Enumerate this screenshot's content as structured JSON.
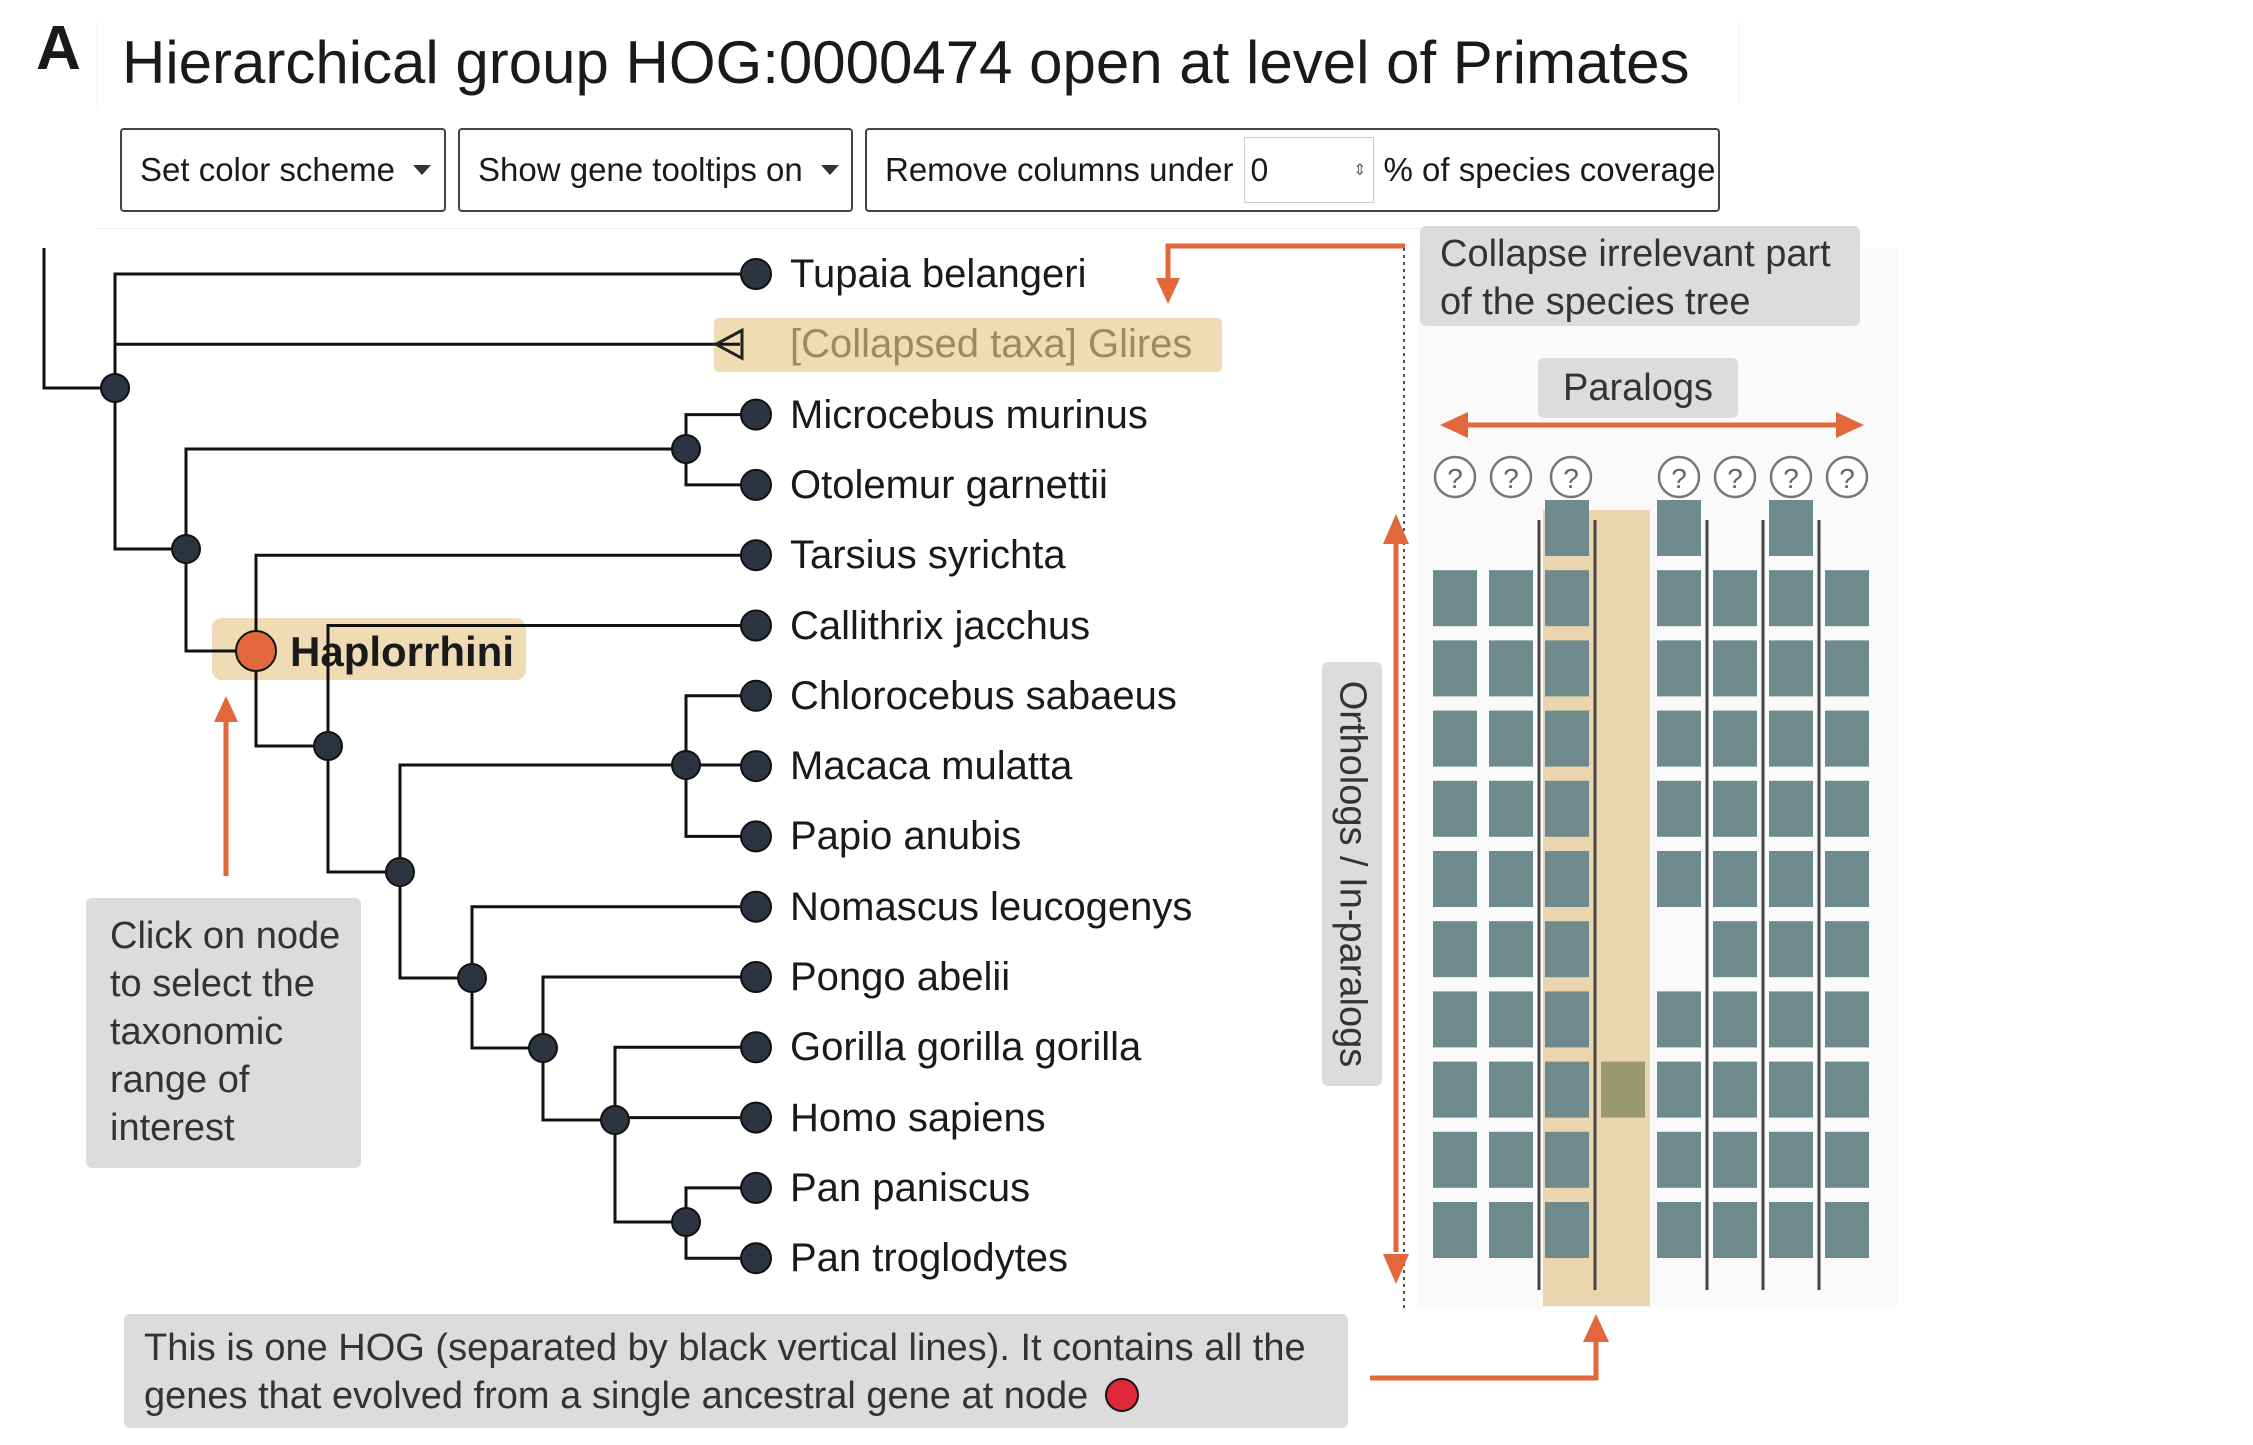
{
  "panel_letter": "A",
  "title": "Hierarchical group HOG:0000474 open at level of Primates",
  "toolbar": {
    "color_scheme_label": "Set color scheme",
    "tooltips_label": "Show gene tooltips on",
    "filter_prefix": "Remove columns under",
    "filter_value": "0",
    "filter_suffix": "% of species coverage"
  },
  "species": [
    {
      "name": "Tupaia belangeri",
      "collapsed": false
    },
    {
      "name": "[Collapsed taxa] Glires",
      "collapsed": true
    },
    {
      "name": "Microcebus murinus",
      "collapsed": false
    },
    {
      "name": "Otolemur garnettii",
      "collapsed": false
    },
    {
      "name": "Tarsius syrichta",
      "collapsed": false
    },
    {
      "name": "Callithrix jacchus",
      "collapsed": false
    },
    {
      "name": "Chlorocebus sabaeus",
      "collapsed": false
    },
    {
      "name": "Macaca mulatta",
      "collapsed": false
    },
    {
      "name": "Papio anubis",
      "collapsed": false
    },
    {
      "name": "Nomascus leucogenys",
      "collapsed": false
    },
    {
      "name": "Pongo abelii",
      "collapsed": false
    },
    {
      "name": "Gorilla gorilla gorilla",
      "collapsed": false
    },
    {
      "name": "Homo sapiens",
      "collapsed": false
    },
    {
      "name": "Pan paniscus",
      "collapsed": false
    },
    {
      "name": "Pan troglodytes",
      "collapsed": false
    }
  ],
  "selected_node_label": "Haplorrhini",
  "callouts": {
    "click_node": "Click on node to select the taxonomic range of interest",
    "collapse": "Collapse irrelevant part of the species tree",
    "paralogs": "Paralogs",
    "orthologs": "Orthologs / In-paralogs",
    "hog_note": "This is one HOG (separated by black vertical lines). It contains all the genes that evolved from a single ancestral gene at node"
  },
  "column_header_symbol": "?",
  "grid": {
    "columns": 8,
    "highlighted_column": 3,
    "presence": [
      [
        0,
        0,
        1,
        0,
        1,
        0,
        1,
        0
      ],
      [
        1,
        1,
        1,
        0,
        1,
        1,
        1,
        1
      ],
      [
        1,
        1,
        1,
        0,
        1,
        1,
        1,
        1
      ],
      [
        1,
        1,
        1,
        0,
        1,
        1,
        1,
        1
      ],
      [
        1,
        1,
        1,
        0,
        1,
        1,
        1,
        1
      ],
      [
        1,
        1,
        1,
        0,
        1,
        1,
        1,
        1
      ],
      [
        1,
        1,
        1,
        0,
        0,
        1,
        1,
        1
      ],
      [
        1,
        1,
        1,
        0,
        1,
        1,
        1,
        1
      ],
      [
        1,
        1,
        1,
        1,
        1,
        1,
        1,
        1
      ],
      [
        1,
        1,
        1,
        0,
        1,
        1,
        1,
        1
      ],
      [
        1,
        1,
        1,
        0,
        1,
        1,
        1,
        1
      ]
    ],
    "separators_after_columns": [
      1,
      2,
      4,
      5,
      6
    ]
  },
  "colors": {
    "tree_line": "#111111",
    "node": "#2b3440",
    "selected_node": "#e2683c",
    "arrow": "#e2683c",
    "cell": "#6f8a8c",
    "cell_highlight": "#9a9a72",
    "highlight_bg": "#ead5ae",
    "callout_bg": "#dcdcdc"
  }
}
